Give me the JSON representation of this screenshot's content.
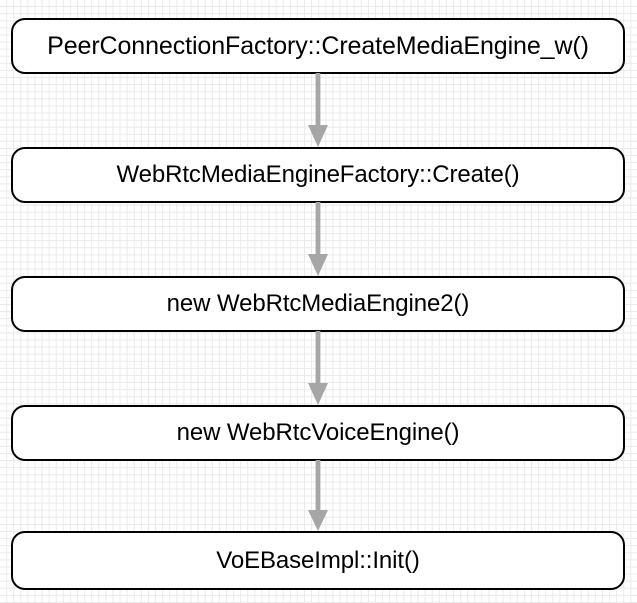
{
  "diagram": {
    "type": "flowchart",
    "orientation": "top-to-bottom",
    "background": "graph-paper-grid",
    "colors": {
      "node_border": "#000000",
      "node_fill": "#ffffff",
      "node_text": "#000000",
      "arrow": "#a6a6a6",
      "grid_line": "#e9e9e9",
      "canvas": "#ffffff"
    },
    "nodes": [
      {
        "id": "n0",
        "label": "PeerConnectionFactory::CreateMediaEngine_w()"
      },
      {
        "id": "n1",
        "label": "WebRtcMediaEngineFactory::Create()"
      },
      {
        "id": "n2",
        "label": "new WebRtcMediaEngine2()"
      },
      {
        "id": "n3",
        "label": "new WebRtcVoiceEngine()"
      },
      {
        "id": "n4",
        "label": "VoEBaseImpl::Init()"
      }
    ],
    "edges": [
      {
        "id": "e0",
        "from": "n0",
        "to": "n1",
        "style": "solid-arrow-down"
      },
      {
        "id": "e1",
        "from": "n1",
        "to": "n2",
        "style": "solid-arrow-down"
      },
      {
        "id": "e2",
        "from": "n2",
        "to": "n3",
        "style": "solid-arrow-down"
      },
      {
        "id": "e3",
        "from": "n3",
        "to": "n4",
        "style": "solid-arrow-down"
      }
    ]
  }
}
